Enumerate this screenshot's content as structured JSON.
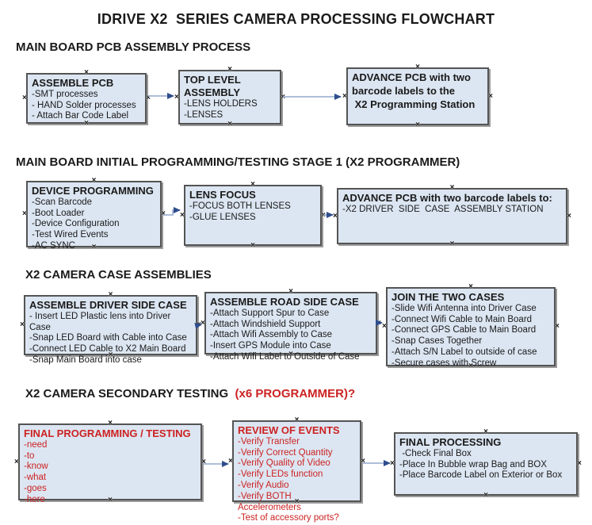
{
  "title": "IDRIVE X2  SERIES CAMERA PROCESSING FLOWCHART",
  "colors": {
    "box_fill": "#dce6f2",
    "box_border": "#545454",
    "red_text": "#cc2222",
    "arrow_line": "#a3b4d2",
    "arrow_head": "#2e4d8c"
  },
  "icons": {
    "connection_point": "×"
  },
  "sections": [
    {
      "heading": "MAIN BOARD PCB ASSEMBLY PROCESS",
      "boxes": [
        {
          "title": "ASSEMBLE PCB",
          "items": [
            "-SMT processes",
            "- HAND Solder processes",
            "- Attach Bar Code Label"
          ]
        },
        {
          "title": "TOP LEVEL ASSEMBLY",
          "items": [
            "-LENS HOLDERS",
            "-LENSES"
          ]
        },
        {
          "title": "ADVANCE PCB with two",
          "items": [
            "barcode labels to the",
            " X2 Programming Station"
          ]
        }
      ]
    },
    {
      "heading": "MAIN BOARD INITIAL PROGRAMMING/TESTING STAGE 1 (X2 PROGRAMMER)",
      "boxes": [
        {
          "title": "DEVICE PROGRAMMING",
          "items": [
            "-Scan Barcode",
            "-Boot Loader",
            "-Device Configuration",
            "-Test Wired Events",
            "-AC SYNC"
          ]
        },
        {
          "title": "LENS FOCUS",
          "items": [
            "-FOCUS BOTH LENSES",
            "-GLUE LENSES"
          ]
        },
        {
          "title": "ADVANCE PCB with two barcode labels to:",
          "items": [
            "-X2 DRIVER  SIDE  CASE  ASSEMBLY STATION"
          ]
        }
      ]
    },
    {
      "heading": "X2 CAMERA CASE ASSEMBLIES",
      "boxes": [
        {
          "title": "ASSEMBLE DRIVER SIDE CASE",
          "items": [
            "- Insert LED Plastic lens into Driver Case",
            "-Snap LED Board with Cable into Case",
            "-Connect LED Cable to X2 Main Board",
            "-Snap Main Board into case"
          ]
        },
        {
          "title": "ASSEMBLE ROAD SIDE CASE",
          "items": [
            "-Attach Support Spur to Case",
            "-Attach Windshield Support",
            "-Attach Wifi Assembly to Case",
            "-Insert GPS Module into Case",
            "-Attach Wifi Label to Outside of Case"
          ]
        },
        {
          "title": "JOIN THE TWO CASES",
          "items": [
            "-Slide Wifi Antenna into Driver Case",
            "-Connect Wifi Cable to Main Board",
            "-Connect GPS Cable to Main Board",
            "-Snap Cases Together",
            "-Attach S/N Label to outside of case",
            "-Secure cases with Screw"
          ]
        }
      ]
    },
    {
      "heading": "X2 CAMERA SECONDARY TESTING ",
      "heading_red": " (x6 PROGRAMMER)?",
      "boxes": [
        {
          "title": "FINAL PROGRAMMING / TESTING",
          "items": [
            "-need",
            "-to",
            "-know",
            "-what",
            "-goes",
            "-here"
          ]
        },
        {
          "title": "REVIEW OF EVENTS",
          "items": [
            "-Verify Transfer",
            "-Verify Correct Quantity",
            "-Verify Quality of Video",
            "-Verify LEDs function",
            "-Verify Audio",
            "-Verify BOTH Accelerometers",
            "-Test of accessory ports?"
          ]
        },
        {
          "title": "FINAL PROCESSING",
          "items": [
            " -Check Final Box",
            "-Place In Bubble wrap Bag and BOX",
            "-Place Barcode Label on Exterior or Box"
          ]
        }
      ]
    }
  ]
}
